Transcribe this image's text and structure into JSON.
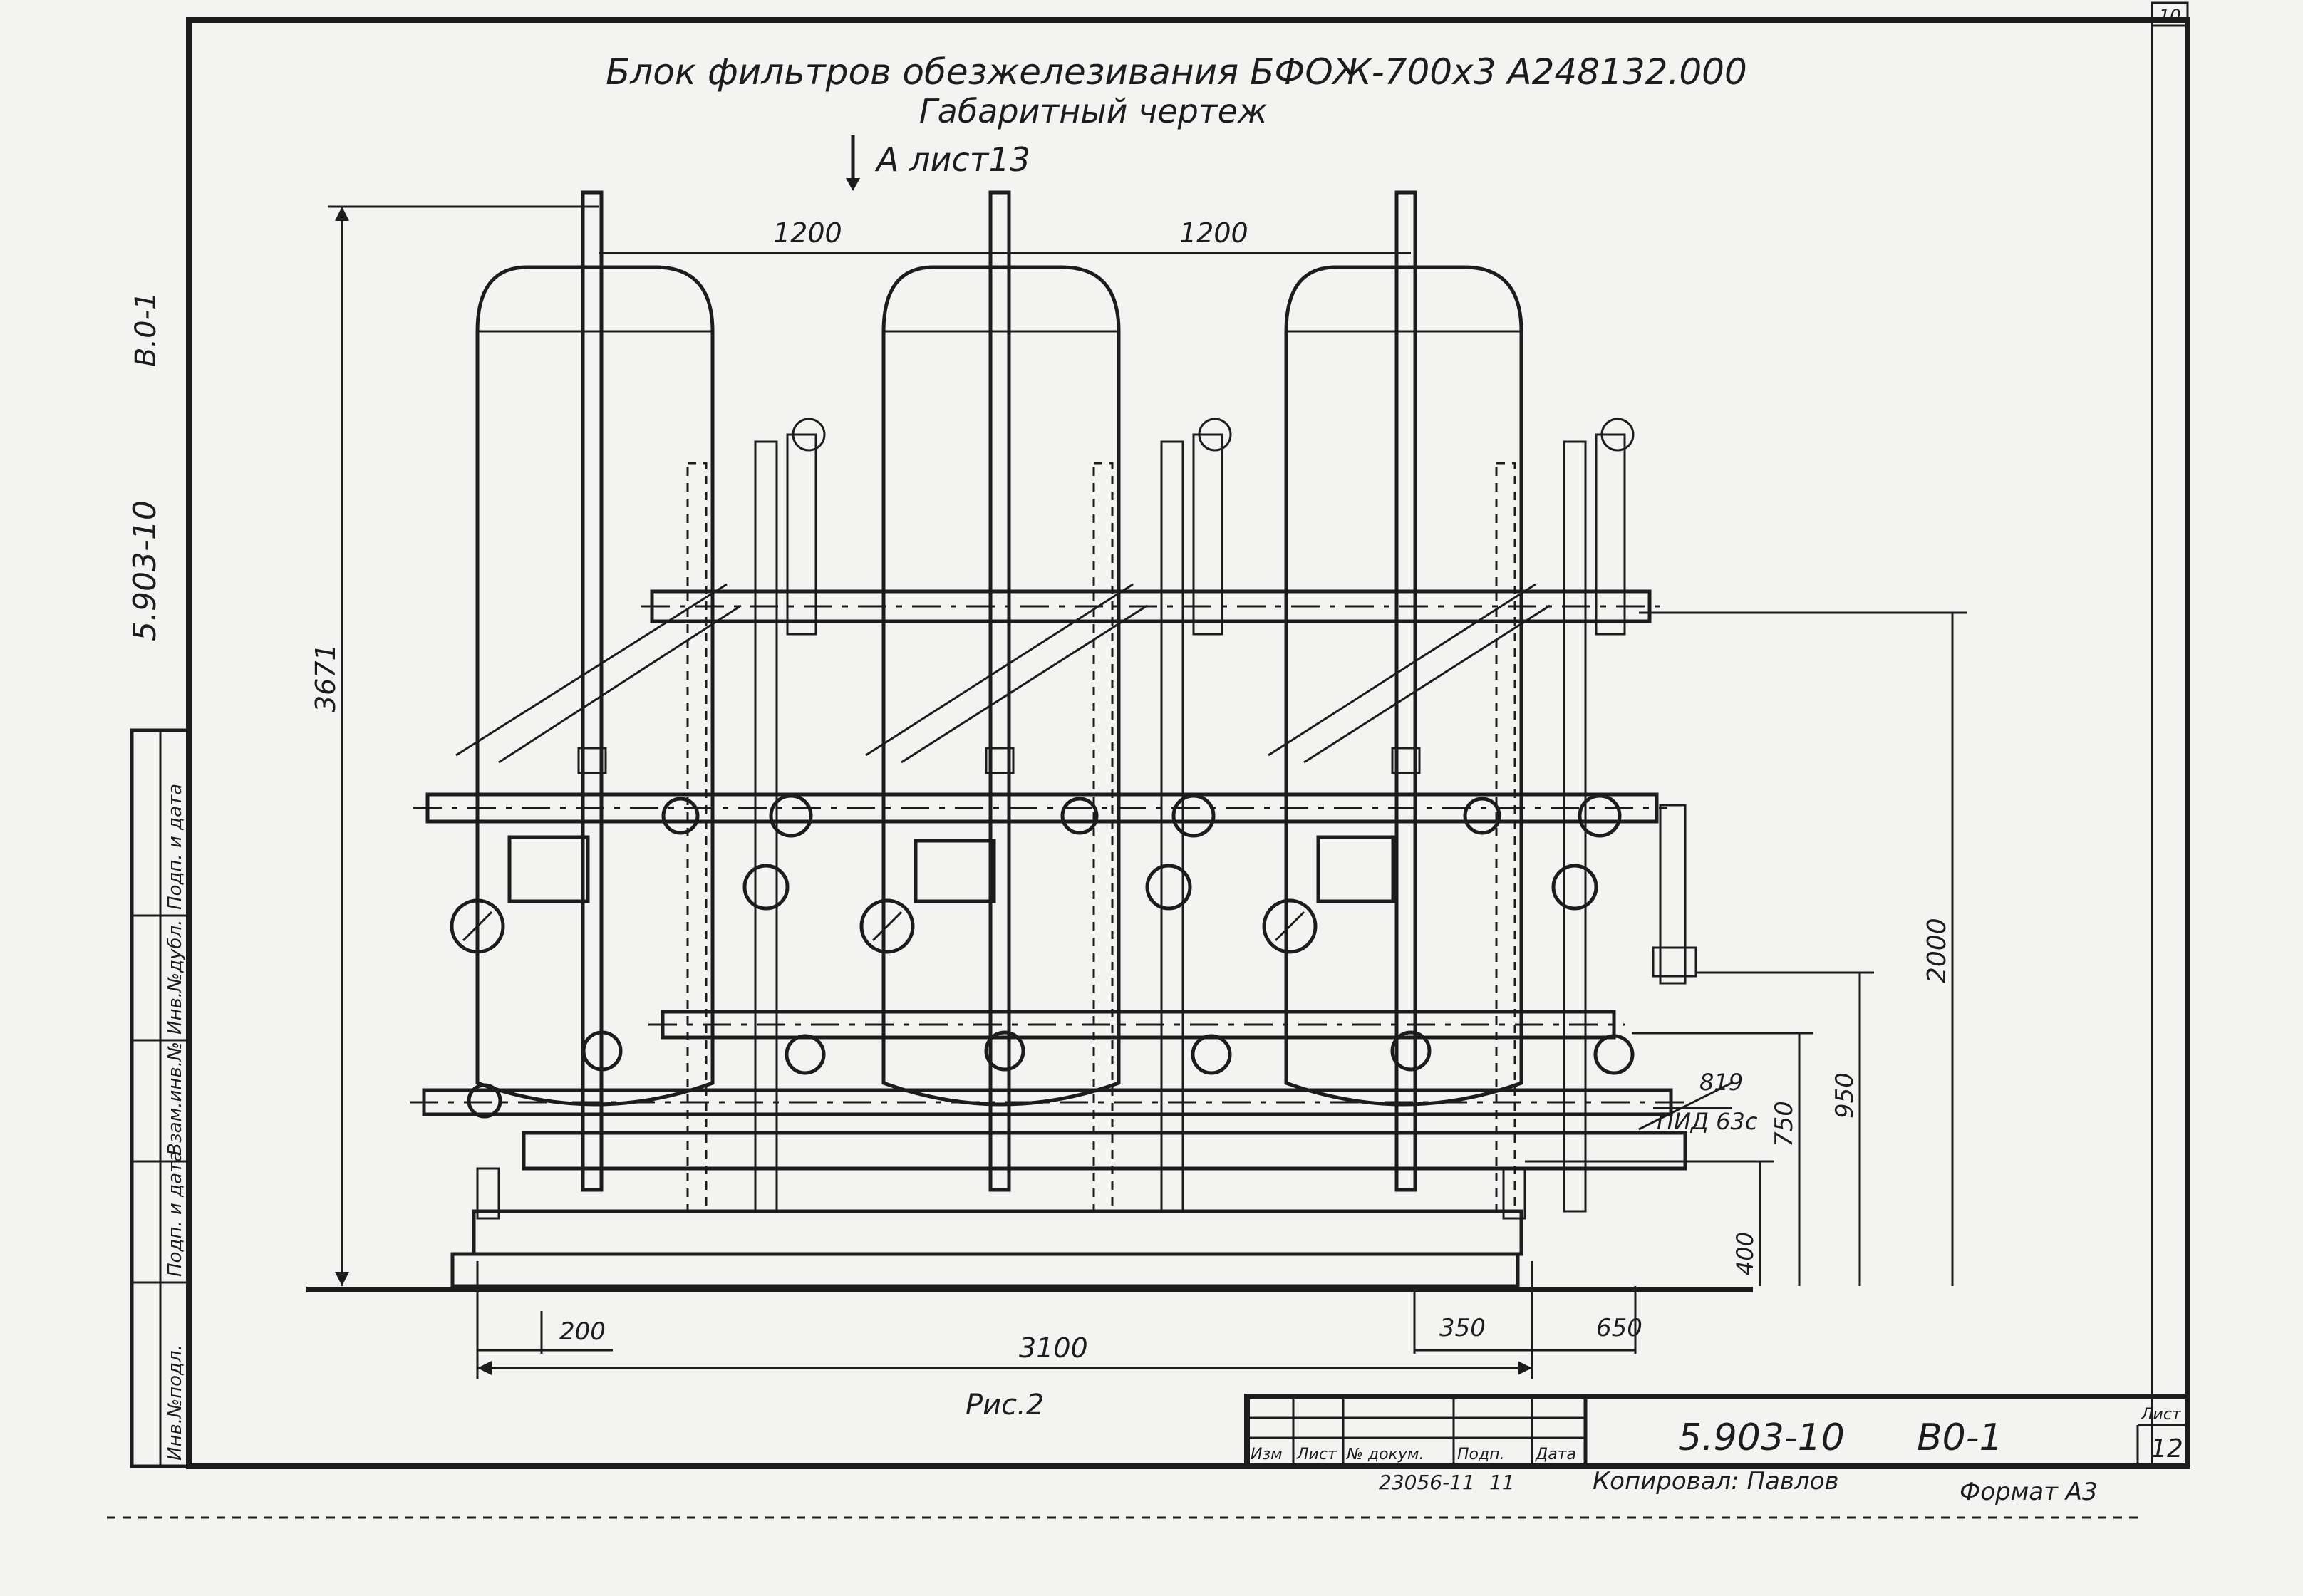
{
  "drawing": {
    "title_line1": "Блок фильтров обезжелезивания БФОЖ-700х3 А248132.000",
    "title_line2": "Габаритный чертеж",
    "section_mark": "А лист13",
    "page_corner": "10",
    "figure_label": "Рис.2"
  },
  "dimensions": {
    "spacing_left": "1200",
    "spacing_right": "1200",
    "overall_height": "3671",
    "width_total": "3100",
    "left_offset": "200",
    "right_offset_a": "350",
    "right_offset_b": "650",
    "height_2000": "2000",
    "height_950": "950",
    "height_750": "750",
    "height_400": "400",
    "callout_num": "819",
    "callout_label": "ПИД 63с"
  },
  "margin": {
    "vertical_code": "5.903-10",
    "vertical_sheet": "В.0-1",
    "stamp_cells": [
      "Инв.№подл.",
      "Подп. и дата",
      "Взам.инв.№",
      "Инв.№дубл.",
      "Подп. и дата"
    ]
  },
  "title_block": {
    "headers": [
      "Изм",
      "Лист",
      "№ докум.",
      "Подп.",
      "Дата"
    ],
    "doc_code": "5.903-10",
    "doc_sheet": "В0-1",
    "sheet_label": "Лист",
    "sheet_number": "12",
    "order_number": "23056-11",
    "order_extra": "11",
    "copied_by": "Копировал: Павлов",
    "format": "Формат А3"
  }
}
